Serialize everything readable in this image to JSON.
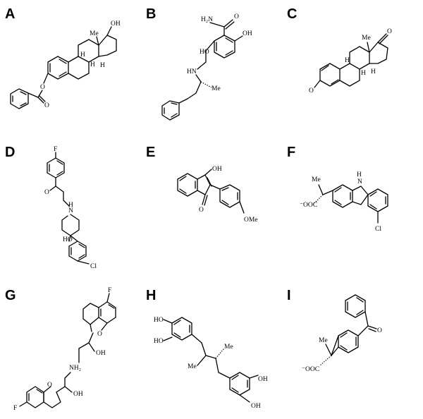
{
  "panels": [
    {
      "label": "A",
      "atoms": {
        "oh": "OH",
        "me": "Me",
        "h1": "H",
        "h2": "H",
        "h3": "H",
        "o1": "O",
        "o2": "O"
      }
    },
    {
      "label": "B",
      "atoms": {
        "h2n": "H₂N",
        "o": "O",
        "oh1": "OH",
        "ho": "HO",
        "nh": "HN",
        "me": "Me"
      }
    },
    {
      "label": "C",
      "atoms": {
        "me": "Me",
        "o1": "O",
        "o2": "O",
        "h1": "H",
        "h2": "H",
        "h3": "H"
      }
    },
    {
      "label": "D",
      "atoms": {
        "f": "F",
        "o": "O",
        "n": "N",
        "h": "H",
        "ho": "HO",
        "cl": "Cl"
      }
    },
    {
      "label": "E",
      "atoms": {
        "oh": "OH",
        "o": "O",
        "ome": "OMe"
      }
    },
    {
      "label": "F",
      "atoms": {
        "me": "Me",
        "ooc": "⁻OOC",
        "nh": "H",
        "n": "N",
        "cl": "Cl"
      }
    },
    {
      "label": "G",
      "atoms": {
        "f1": "F",
        "o1": "O",
        "oh1": "OH",
        "nh": "NH₂",
        "oh2": "OH",
        "o2": "O",
        "f2": "F"
      }
    },
    {
      "label": "H",
      "atoms": {
        "ho1": "HO",
        "ho2": "HO",
        "me1": "Me",
        "me2": "Me",
        "oh1": "OH",
        "oh2": "OH"
      }
    },
    {
      "label": "I",
      "atoms": {
        "me": "Me",
        "ooc": "⁻OOC",
        "o": "O"
      }
    }
  ]
}
